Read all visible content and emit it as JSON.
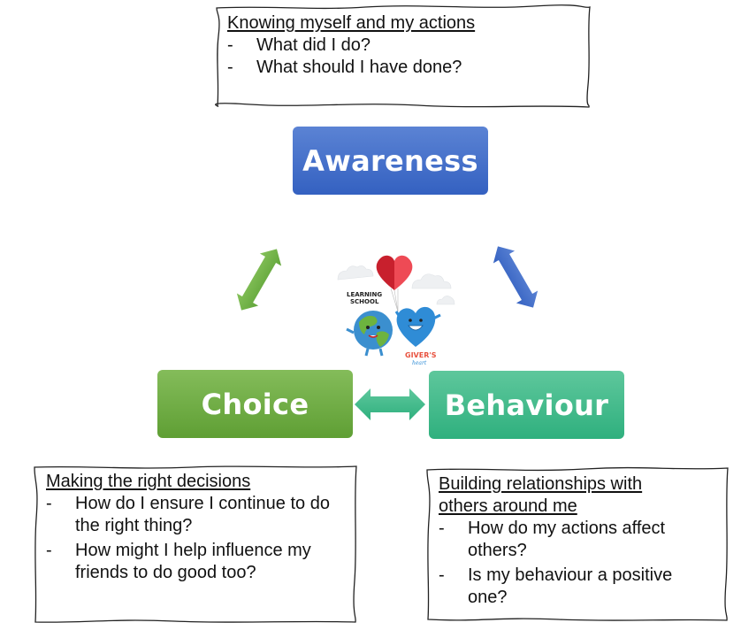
{
  "diagram": {
    "nodes": {
      "awareness": {
        "label": "Awareness",
        "color": "#4472c4"
      },
      "choice": {
        "label": "Choice",
        "color": "#70ad47"
      },
      "behaviour": {
        "label": "Behaviour",
        "color": "#3cb88a"
      }
    },
    "notes": {
      "awareness": {
        "heading": "Knowing myself and my actions",
        "items": [
          "What did I do?",
          "What should I have done?"
        ]
      },
      "choice": {
        "heading": "Making the right decisions",
        "items": [
          "How do I ensure I continue to do the right thing?",
          "How might I help influence my friends to do good too?"
        ]
      },
      "behaviour": {
        "heading": "Building relationships with others around me",
        "items": [
          "How do my actions affect others?",
          "Is my behaviour a positive one?"
        ]
      }
    },
    "bullet": "-",
    "logo": {
      "text_top": "LEARNING",
      "text_bottom": "SCHOOL",
      "brand": "GIVER'S",
      "brand_sub": "heart",
      "icon": "heart-balloon-earth-logo"
    },
    "arrows": [
      {
        "from": "choice",
        "to": "awareness",
        "color": "#70ad47",
        "icon": "double-arrow"
      },
      {
        "from": "awareness",
        "to": "behaviour",
        "color": "#4472c4",
        "icon": "double-arrow"
      },
      {
        "from": "choice",
        "to": "behaviour",
        "color": "#3cb88a",
        "icon": "double-arrow"
      }
    ]
  }
}
